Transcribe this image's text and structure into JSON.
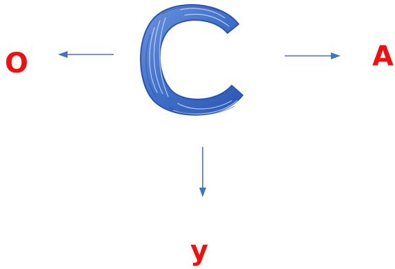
{
  "center": {
    "glyph": "C",
    "icon": "brushed-letter-c",
    "color": "#3f6fc9",
    "color_dark": "#2a54b0",
    "color_light": "#9dbbee"
  },
  "outputs": [
    {
      "id": "left",
      "label": "O"
    },
    {
      "id": "right",
      "label": "A"
    },
    {
      "id": "down",
      "label": "y"
    }
  ],
  "colors": {
    "arrow": "#4472c4",
    "label": "#ee1111"
  }
}
